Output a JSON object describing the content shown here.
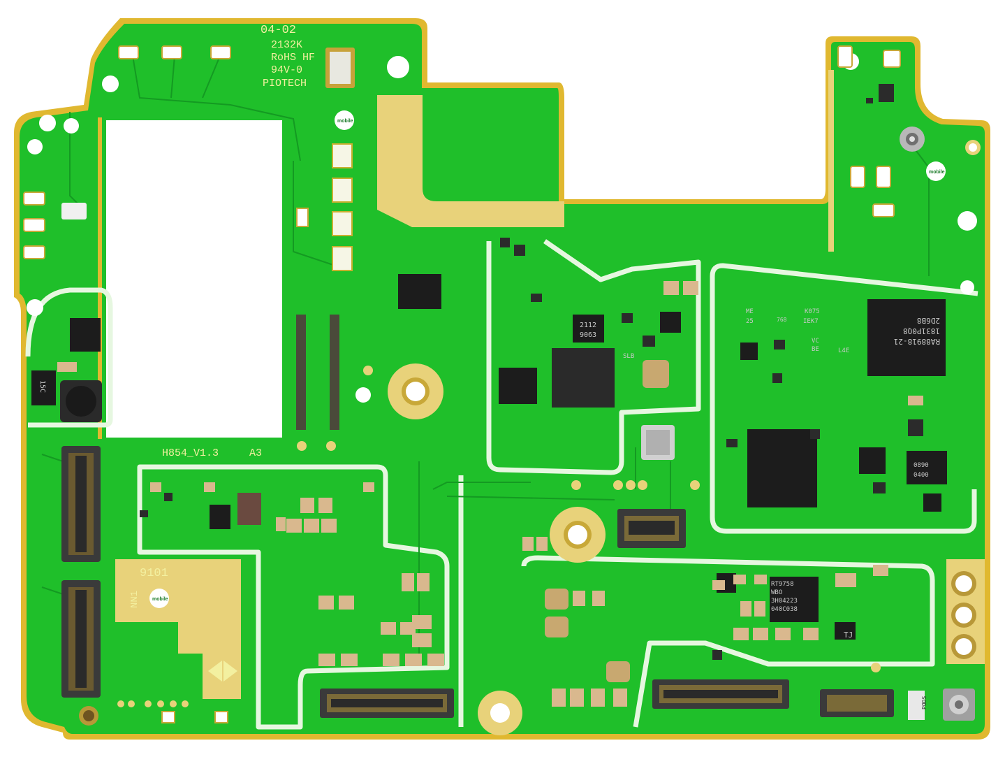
{
  "colors": {
    "board_green": "#1fbf2a",
    "trace_green": "#149a22",
    "board_edge": "#e0b830",
    "gold": "#e8d27a",
    "silkscreen": "#f3f0a0",
    "chip_black": "#1c1c1c",
    "cutout": "#ffffff"
  },
  "silkscreen": {
    "date_code": "04-02",
    "batch": "2132K",
    "rohs": "RoHS HF",
    "flammability": "94V-0",
    "maker": "PIOTECH",
    "model": "H854_V1.3",
    "revision": "A3",
    "board_no": "9101",
    "part_mark": "NN1",
    "logo_text": "mobile"
  },
  "chips": {
    "cpu_label_1": "RA88918-21",
    "cpu_label_2": "1831P0Q8",
    "cpu_label_3": "2D6B8",
    "chip_2112_1": "2112",
    "chip_2112_2": "9063",
    "pmic_1": "RT9758",
    "pmic_2": "WBO",
    "pmic_3": "3H04223",
    "pmic_4": "040C038",
    "mark_k075": "K075",
    "mark_iek7": "IEK7",
    "mark_me": "ME",
    "mark_25": "25",
    "mark_vc": "VC",
    "mark_be": "BE",
    "mark_l4e": "L4E",
    "mark_slb": "SLB",
    "mark_tj": "TJ",
    "mark_0890": "0890",
    "mark_0400": "0400",
    "mark_pods": "PODS",
    "mark_768": "768",
    "mark_15c": "15C"
  }
}
